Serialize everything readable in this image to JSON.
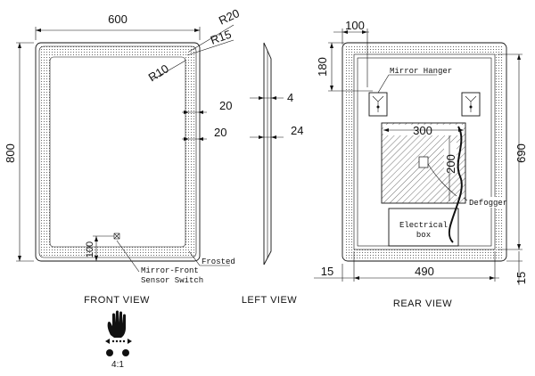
{
  "front_view": {
    "title": "FRONT VIEW",
    "dims": {
      "width": "600",
      "height": "800",
      "r20": "R20",
      "r15": "R15",
      "r10": "R10",
      "edge1": "20",
      "edge2": "20",
      "sensor_offset": "100"
    },
    "labels": {
      "frosted": "Frosted",
      "sensor_line1": "Mirror-Front",
      "sensor_line2": "Sensor Switch"
    },
    "sensor_ratio": "4:1"
  },
  "left_view": {
    "title": "LEFT VIEW",
    "dims": {
      "frame_depth": "4",
      "total_depth": "24"
    }
  },
  "rear_view": {
    "title": "REAR VIEW",
    "dims": {
      "hanger_offset_x": "100",
      "hanger_offset_y": "180",
      "defogger_width": "300",
      "defogger_height": "200",
      "inner_width": "490",
      "inner_height": "690",
      "margin_left": "15",
      "margin_bottom": "15"
    },
    "labels": {
      "mirror_hanger": "Mirror Hanger",
      "defogger": "Defogger",
      "box_line1": "Electrical",
      "box_line2": "box"
    }
  },
  "colors": {
    "line": "#111111",
    "background": "#ffffff"
  }
}
